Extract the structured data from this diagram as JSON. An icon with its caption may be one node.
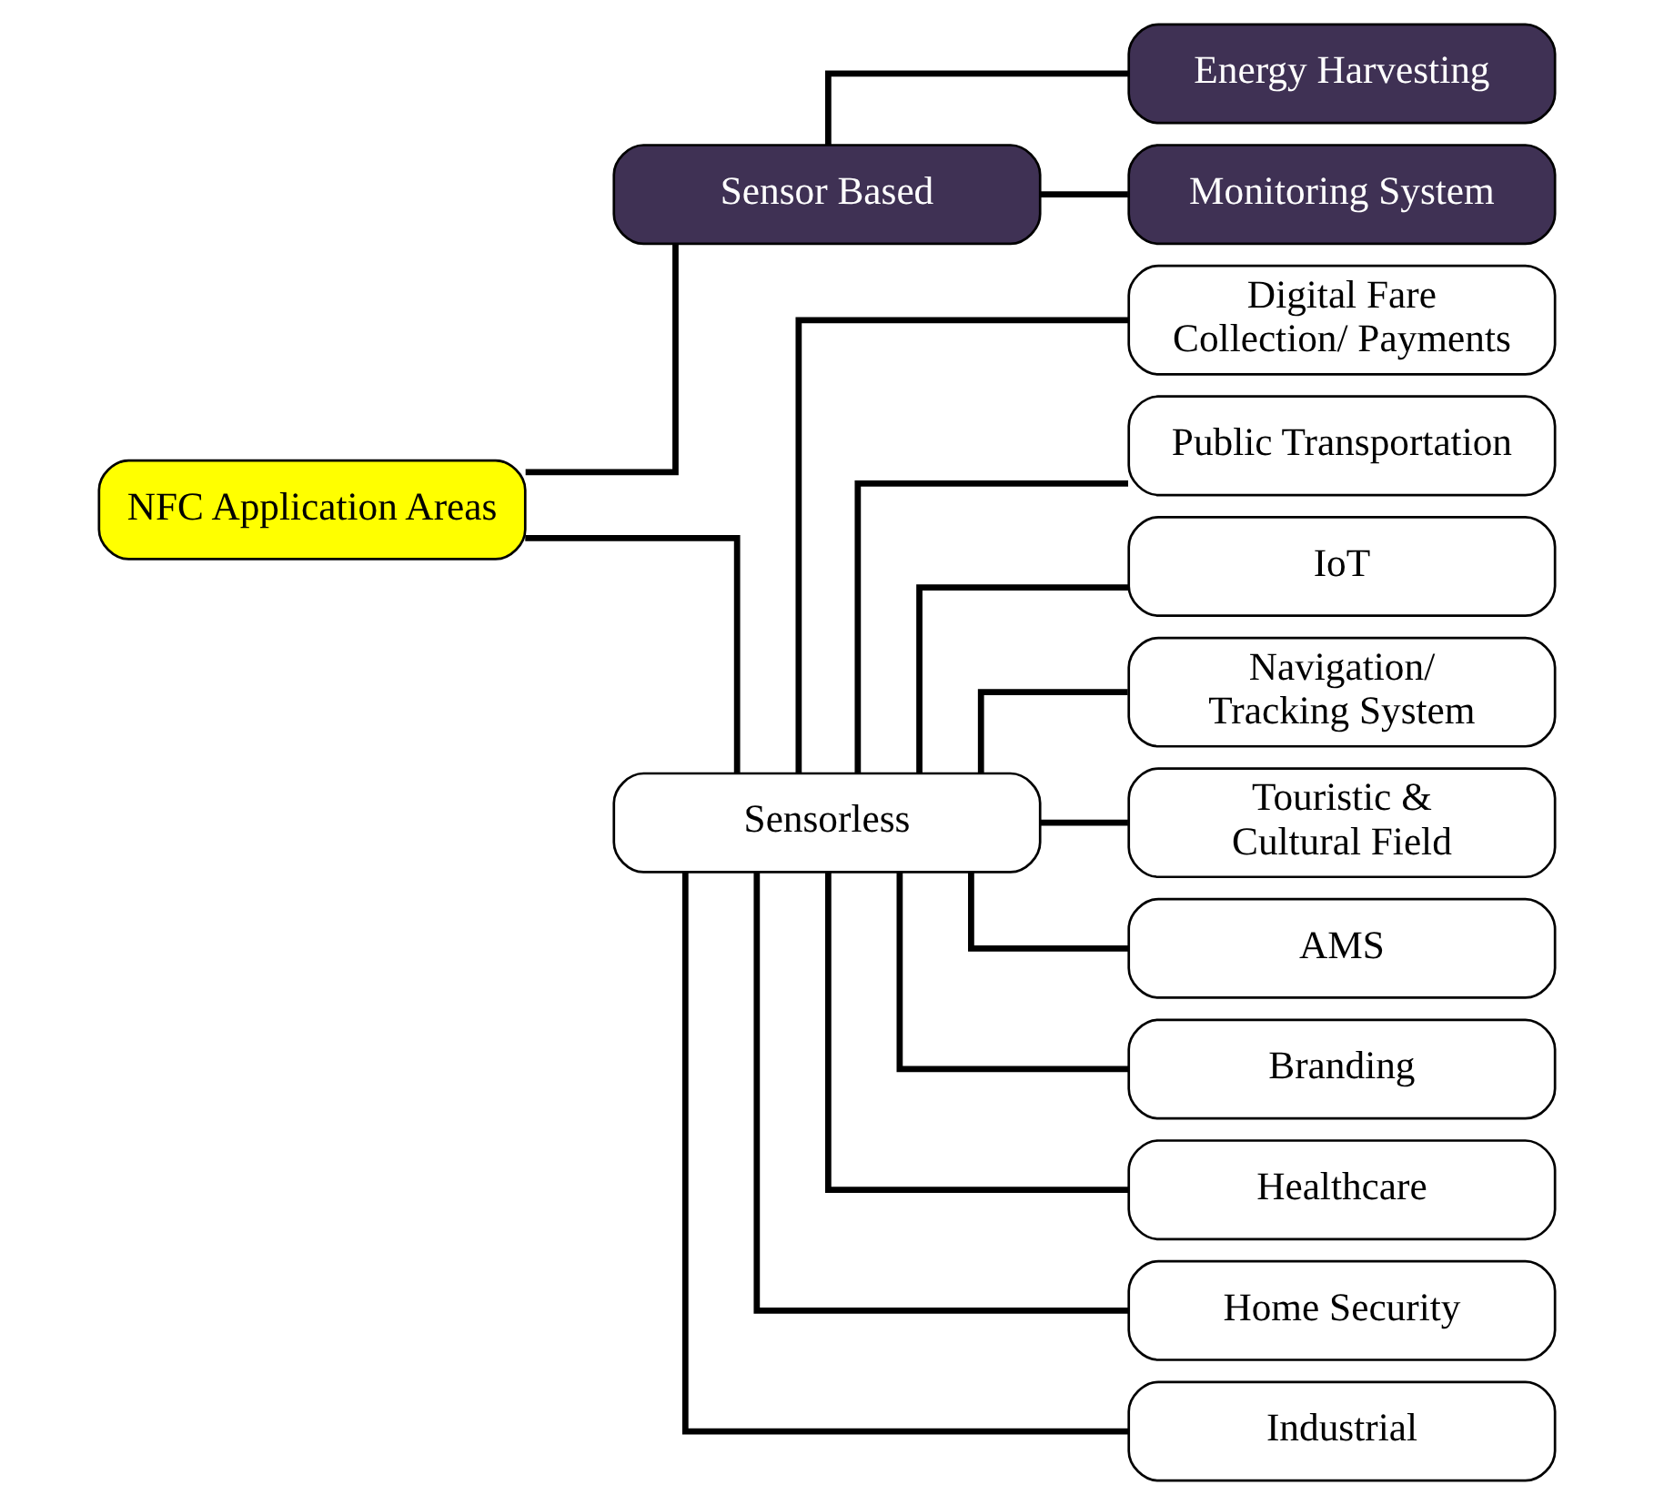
{
  "diagram": {
    "nodes": [
      {
        "text": [
          "NFC Application Areas"
        ]
      },
      {
        "text": [
          "Sensor Based"
        ]
      },
      {
        "text": [
          "Energy Harvesting"
        ]
      },
      {
        "text": [
          "Monitoring System"
        ]
      },
      {
        "text": [
          "Sensorless"
        ]
      },
      {
        "text": [
          "Digital Fare Collection/ Payments"
        ]
      },
      {
        "text": [
          "Public Transportation"
        ]
      },
      {
        "text": [
          "IoT"
        ]
      },
      {
        "text": [
          "Navigation/ Tracking System"
        ]
      },
      {
        "text": [
          "Touristic & Cultural Field"
        ]
      },
      {
        "text": [
          "AMS"
        ]
      },
      {
        "text": [
          "Branding"
        ]
      },
      {
        "text": [
          "Healthcare"
        ]
      },
      {
        "text": [
          "Home Security"
        ]
      },
      {
        "text": [
          "Industrial"
        ]
      }
    ],
    "edges": [
      {
        "from": 0,
        "to": 1,
        "arrow": "none"
      },
      {
        "from": 0,
        "to": 4,
        "arrow": "none"
      },
      {
        "from": 1,
        "to": 2,
        "arrow": "none"
      },
      {
        "from": 1,
        "to": 3,
        "arrow": "none"
      },
      {
        "from": 4,
        "to": 5,
        "arrow": "none"
      },
      {
        "from": 4,
        "to": 6,
        "arrow": "none"
      },
      {
        "from": 4,
        "to": 7,
        "arrow": "none"
      },
      {
        "from": 4,
        "to": 8,
        "arrow": "none"
      },
      {
        "from": 4,
        "to": 9,
        "arrow": "none"
      },
      {
        "from": 4,
        "to": 10,
        "arrow": "none"
      },
      {
        "from": 4,
        "to": 11,
        "arrow": "none"
      },
      {
        "from": 4,
        "to": 12,
        "arrow": "none"
      },
      {
        "from": 4,
        "to": 13,
        "arrow": "none"
      },
      {
        "from": 4,
        "to": 14,
        "arrow": "none"
      }
    ]
  }
}
